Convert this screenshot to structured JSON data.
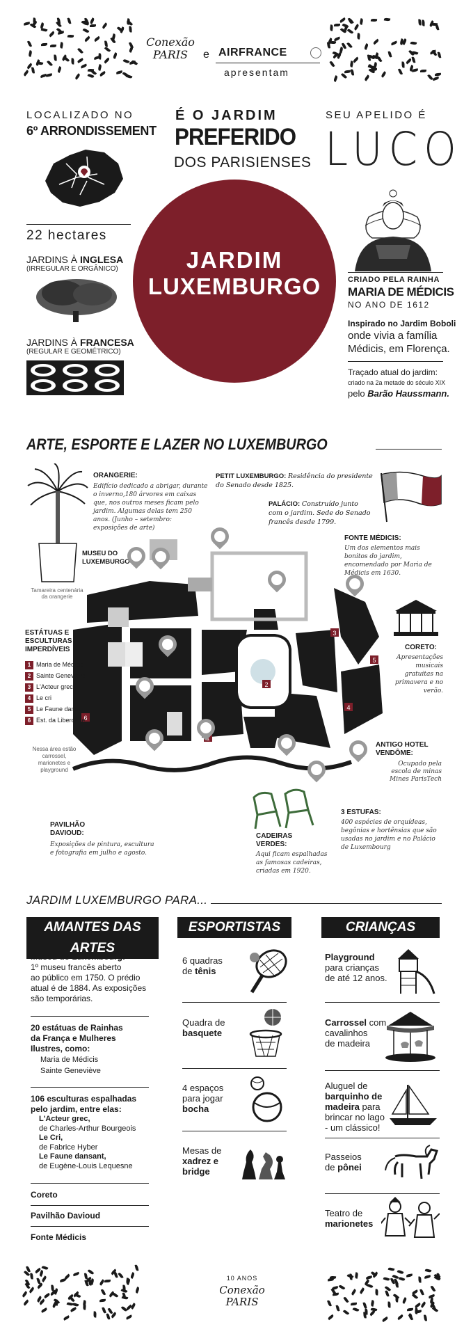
{
  "header": {
    "logo_left": "Conexão PARIS",
    "connector": "e",
    "logo_right": "AIRFRANCE",
    "presents": "apresentam"
  },
  "top": {
    "loc_1": "LOCALIZADO NO",
    "loc_2": "6º ARRONDISSEMENT",
    "pref_1": "É O JARDIM",
    "pref_2": "PREFERIDO",
    "pref_3": "DOS PARISIENSES",
    "nick_1": "SEU APELIDO É",
    "nick_2": "LUCO",
    "circle_1": "JARDIM",
    "circle_2": "LUXEMBURGO",
    "hectares": "22 hectares",
    "ing_1": "JARDINS À",
    "ing_2": "INGLESA",
    "ing_3": "(IRREGULAR E ORGÂNICO)",
    "fra_1": "JARDINS À",
    "fra_2": "FRANCESA",
    "fra_3": "(REGULAR E GEOMÉTRICO)",
    "created_1": "CRIADO PELA RAINHA",
    "created_2": "MARIA DE MÉDICIS",
    "created_3": "NO ANO DE 1612",
    "insp_1": "Inspirado no Jardim Boboli",
    "insp_2": "onde vivia a família",
    "insp_3": "Médicis, em Florença.",
    "trac_1": "Traçado atual do jardim:",
    "trac_2": "criado na 2a metade do século XIX",
    "trac_3": "pelo",
    "trac_4": "Barão Haussmann."
  },
  "map": {
    "section_title": "ARTE, ESPORTE E LAZER NO LUXEMBURGO",
    "palm_caption": "Tamareira centenária da orangerie",
    "orangerie_t": "ORANGERIE:",
    "orangerie_d": "Edifício dedicado a abrigar, durante o inverno,180 árvores em caixas que, nos outros meses ficam pelo jardim. Algumas delas tem 250 anos. (Junho – setembro: exposições de arte)",
    "petit_t": "PETIT LUXEMBURGO:",
    "petit_d": "Residência do presidente do Senado desde 1825.",
    "palacio_t": "PALÁCIO:",
    "palacio_d": "Construído junto com o jardim. Sede do Senado francês desde 1799.",
    "fonte_t": "FONTE MÉDICIS:",
    "fonte_d": "Um dos elementos mais bonitos do jardim, encomendado por Maria de Médicis em 1630.",
    "museu_t": "MUSEU DO LUXEMBURGO",
    "coreto_t": "CORETO:",
    "coreto_d": "Apresentações musicais gratuitas na primavera e no verão.",
    "estatuas_t": "ESTÁTUAS E ESCULTURAS IMPERDÍVEIS",
    "estatuas": [
      {
        "n": "1",
        "t": "Maria de Médicis"
      },
      {
        "n": "2",
        "t": "Sainte Geneviève"
      },
      {
        "n": "3",
        "t": "L'Acteur grec"
      },
      {
        "n": "4",
        "t": "Le cri"
      },
      {
        "n": "5",
        "t": "Le Faune dansant"
      },
      {
        "n": "6",
        "t": "Est. da Liberdade"
      }
    ],
    "carrossel_note": "Nessa área estão carrossel, marionetes e playground",
    "hotel_t": "ANTIGO HOTEL VENDÔME:",
    "hotel_d": "Ocupado pela escola de minas Mines ParisTech",
    "estufas_t": "3 ESTUFAS:",
    "estufas_d": "400 espécies de orquídeas, begônias e hortênsias que são usadas no jardim e no Palácio de Luxembourg",
    "pav_t": "PAVILHÃO DAVIOUD:",
    "pav_d": "Exposições de pintura, escultura e fotografia em julho e agosto.",
    "cad_t": "CADEIRAS VERDES:",
    "cad_d": "Aqui ficam espalhadas as famosas cadeiras, criadas em 1920."
  },
  "para": {
    "title": "JARDIM LUXEMBURGO PARA...",
    "col1_h": "AMANTES DAS ARTES",
    "col2_h": "ESPORTISTAS",
    "col3_h": "CRIANÇAS",
    "a1_t": "Museu do Luxembourg:",
    "a1_1": "1º museu francês aberto",
    "a1_2": "ao público em 1750. O prédio",
    "a1_3": "atual é de 1884. As exposições",
    "a1_4": "são temporárias.",
    "a2_1": "20 estátuas de Rainhas",
    "a2_2": "da França e Mulheres",
    "a2_3": "Ilustres, como:",
    "a2_4": "Maria de Médicis",
    "a2_5": "Sainte Geneviève",
    "a3_1": "106 esculturas espalhadas",
    "a3_2": "pelo jardim, entre elas:",
    "a3_3": "L'Acteur grec,",
    "a3_4": "de Charles-Arthur Bourgeois",
    "a3_5": "Le Cri,",
    "a3_6": "de Fabrice Hyber",
    "a3_7": "Le Faune dansant,",
    "a3_8": "de  Eugène-Louis Lequesne",
    "a4": "Coreto",
    "a5": "Pavilhão Davioud",
    "a6": "Fonte Médicis",
    "s1_1": "6 quadras",
    "s1_2": "de",
    "s1_3": "tênis",
    "s2_1": "Quadra de",
    "s2_2": "basquete",
    "s3_1": "4 espaços",
    "s3_2": "para jogar",
    "s3_3": "bocha",
    "s4_1": "Mesas de",
    "s4_2": "xadrez e",
    "s4_3": "bridge",
    "c1_1": "Playground",
    "c1_2": "para crianças",
    "c1_3": "de até 12 anos.",
    "c2_1": "Carrossel",
    "c2_2": "com",
    "c2_3": "cavalinhos",
    "c2_4": "de madeira",
    "c3_1": "Aluguel de",
    "c3_2": "barquinho de",
    "c3_3": "madeira",
    "c3_4": "para",
    "c3_5": "brincar no lago",
    "c3_6": "- um clássico!",
    "c4_1": "Passeios",
    "c4_2": "de",
    "c4_3": "pônei",
    "c5_1": "Teatro de",
    "c5_2": "marionetes"
  },
  "footer": {
    "anos": "10 ANOS",
    "logo": "Conexão PARIS"
  },
  "colors": {
    "accent": "#7d1f2a",
    "ink": "#1a1a1a",
    "green": "#3d6b3a",
    "grey": "#9a9a9a"
  }
}
